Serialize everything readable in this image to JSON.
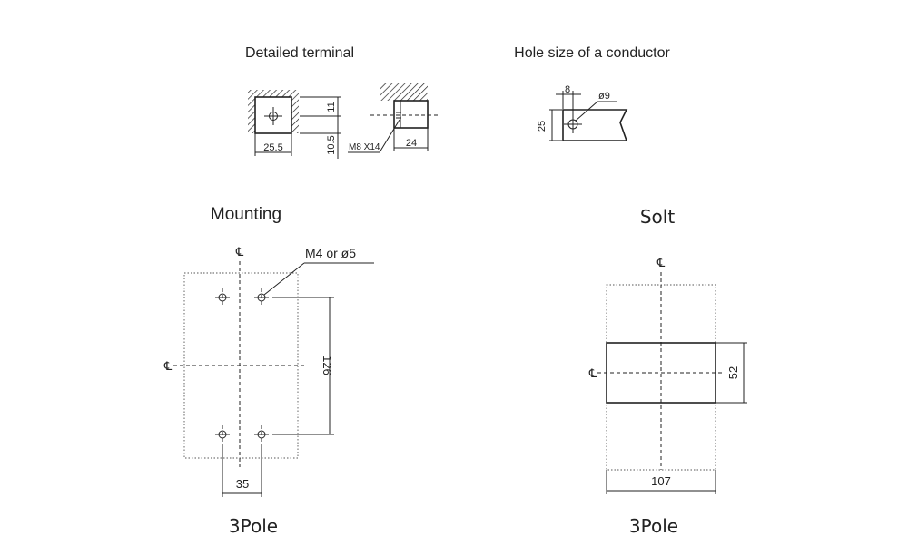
{
  "detailed_terminal": {
    "title": "Detailed terminal",
    "dim_width": "25.5",
    "dim_upper": "11",
    "dim_lower": "10.5",
    "bolt_label": "M8 X14",
    "dim_depth": "24"
  },
  "hole_size": {
    "title": "Hole size of a conductor",
    "dim_offset": "8",
    "dim_hole": "ø9",
    "dim_width": "25"
  },
  "mounting": {
    "title": "Mounting",
    "centerline_symbol": "℄",
    "hole_label": "M4 or ø5",
    "dim_vertical": "126",
    "dim_horizontal": "35",
    "pole_label": "3Pole"
  },
  "solt": {
    "title": "Solt",
    "centerline_symbol": "℄",
    "dim_height": "52",
    "dim_width": "107",
    "pole_label": "3Pole"
  }
}
